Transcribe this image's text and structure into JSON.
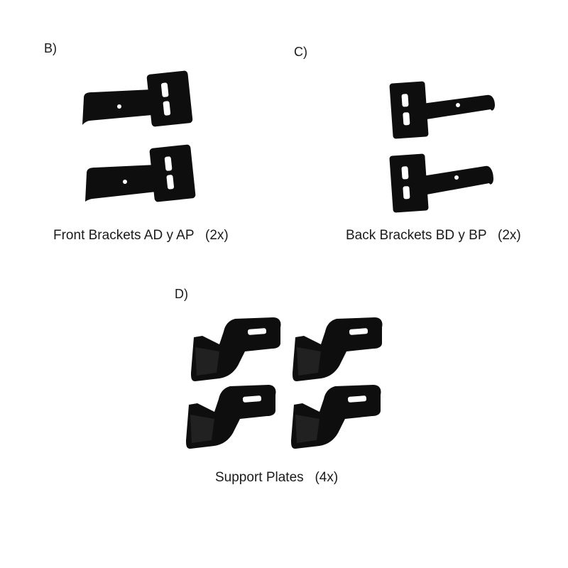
{
  "sections": {
    "front": {
      "letter": "B)",
      "caption": "Front Brackets AD y AP   (2x)"
    },
    "back": {
      "letter": "C)",
      "caption": "Back Brackets BD y BP   (2x)"
    },
    "plates": {
      "letter": "D)",
      "caption": "Support Plates   (4x)"
    }
  },
  "colors": {
    "part": "#0e0e0e",
    "hole": "#ffffff",
    "texture": "#2a2a2a"
  }
}
